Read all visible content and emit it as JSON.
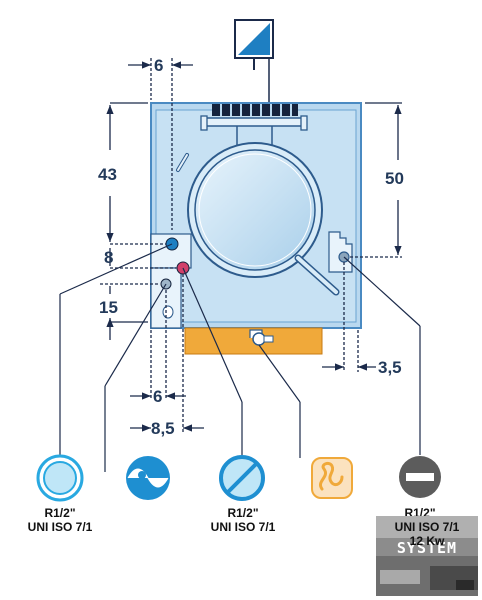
{
  "dimensions": {
    "top_offset": "6",
    "height_left": "43",
    "height_right": "50",
    "gap_small": "8",
    "gap_mid": "15",
    "bottom_left": "6",
    "bottom_mid": "8,5",
    "right_offset": "3,5"
  },
  "connections": {
    "water_inlet": {
      "size": "R1/2\"",
      "standard": "UNI ISO 7/1"
    },
    "gas_inlet": {
      "size": "R1/2\"",
      "standard": "UNI ISO 7/1"
    },
    "drain": {
      "size": "R1/2\"",
      "standard": "UNI ISO 7/1",
      "rating": "12 Kw"
    }
  },
  "watermark": {
    "text": "SYSTEM"
  },
  "colors": {
    "body": "#b9d8ef",
    "body_stroke": "#4a8ac2",
    "drawer": "#f0a93a",
    "dim_line": "#1b2a4a",
    "water": "#29a9e1",
    "gas": "#1e8fd1",
    "drain": "#5c5c5c",
    "hot": "#f6c98a"
  },
  "icons": [
    "electric-symbol-icon",
    "water-inlet-icon",
    "drain-wave-icon",
    "gas-inlet-icon",
    "steam-icon",
    "no-entry-icon"
  ]
}
